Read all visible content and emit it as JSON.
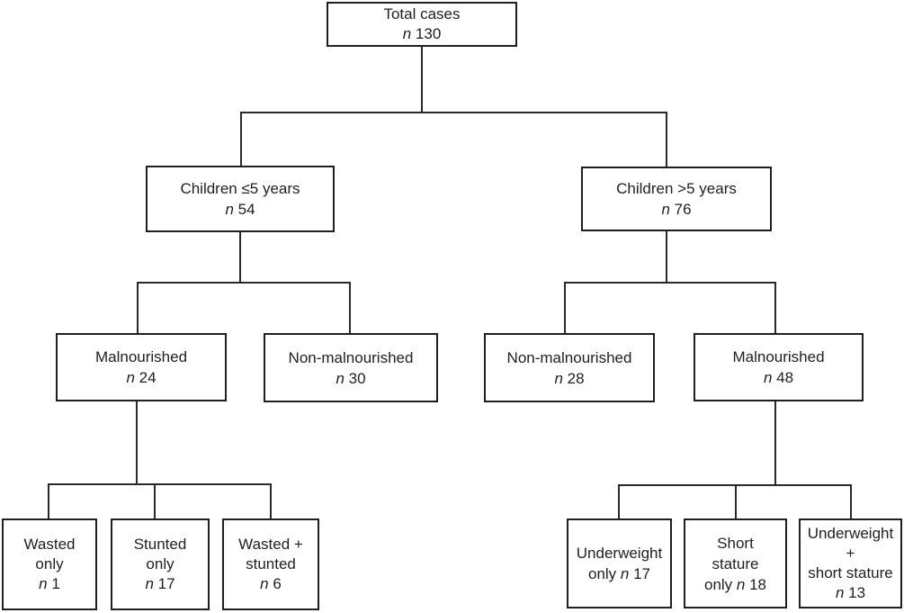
{
  "diagram": {
    "type": "flowchart",
    "background_color": "#ffffff",
    "box_border_color": "#1f1f1f",
    "connector_color": "#2a2a2a",
    "text_color": "#1f1f1f",
    "nodes": [
      {
        "id": "total-cases",
        "lines": [
          "Total cases",
          "*n* 130"
        ],
        "count": 130
      },
      {
        "id": "children-le5-years",
        "lines": [
          "Children ≤5 years",
          "*n* 54"
        ],
        "count": 54
      },
      {
        "id": "children-gt5-years",
        "lines": [
          "Children >5 years",
          "*n* 76"
        ],
        "count": 76
      },
      {
        "id": "malnourished-le5",
        "lines": [
          "Malnourished",
          "*n* 24"
        ],
        "count": 24
      },
      {
        "id": "non-malnourished-le5",
        "lines": [
          "Non-malnourished",
          "*n* 30"
        ],
        "count": 30
      },
      {
        "id": "non-malnourished-gt5",
        "lines": [
          "Non-malnourished",
          "*n* 28"
        ],
        "count": 28
      },
      {
        "id": "malnourished-gt5",
        "lines": [
          "Malnourished",
          "*n* 48"
        ],
        "count": 48
      },
      {
        "id": "wasted-only",
        "lines": [
          "Wasted",
          "only",
          "*n* 1"
        ],
        "count": 1
      },
      {
        "id": "stunted-only",
        "lines": [
          "Stunted",
          "only",
          "*n* 17"
        ],
        "count": 17
      },
      {
        "id": "wasted-plus-stunted",
        "lines": [
          "Wasted +",
          "stunted",
          "*n* 6"
        ],
        "count": 6
      },
      {
        "id": "underweight-only",
        "lines": [
          "Underweight",
          "only *n* 17"
        ],
        "count": 17
      },
      {
        "id": "short-stature-only",
        "lines": [
          "Short",
          "stature",
          "only *n* 18"
        ],
        "count": 18
      },
      {
        "id": "underweight-plus-short-stature",
        "lines": [
          "Underweight",
          "+",
          "short stature",
          "*n* 13"
        ],
        "count": 13
      }
    ],
    "edges": [
      {
        "from": "total-cases",
        "to": "children-le5-years"
      },
      {
        "from": "total-cases",
        "to": "children-gt5-years"
      },
      {
        "from": "children-le5-years",
        "to": "malnourished-le5"
      },
      {
        "from": "children-le5-years",
        "to": "non-malnourished-le5"
      },
      {
        "from": "children-gt5-years",
        "to": "non-malnourished-gt5"
      },
      {
        "from": "children-gt5-years",
        "to": "malnourished-gt5"
      },
      {
        "from": "malnourished-le5",
        "to": "wasted-only"
      },
      {
        "from": "malnourished-le5",
        "to": "stunted-only"
      },
      {
        "from": "malnourished-le5",
        "to": "wasted-plus-stunted"
      },
      {
        "from": "malnourished-gt5",
        "to": "underweight-only"
      },
      {
        "from": "malnourished-gt5",
        "to": "short-stature-only"
      },
      {
        "from": "malnourished-gt5",
        "to": "underweight-plus-short-stature"
      }
    ]
  }
}
